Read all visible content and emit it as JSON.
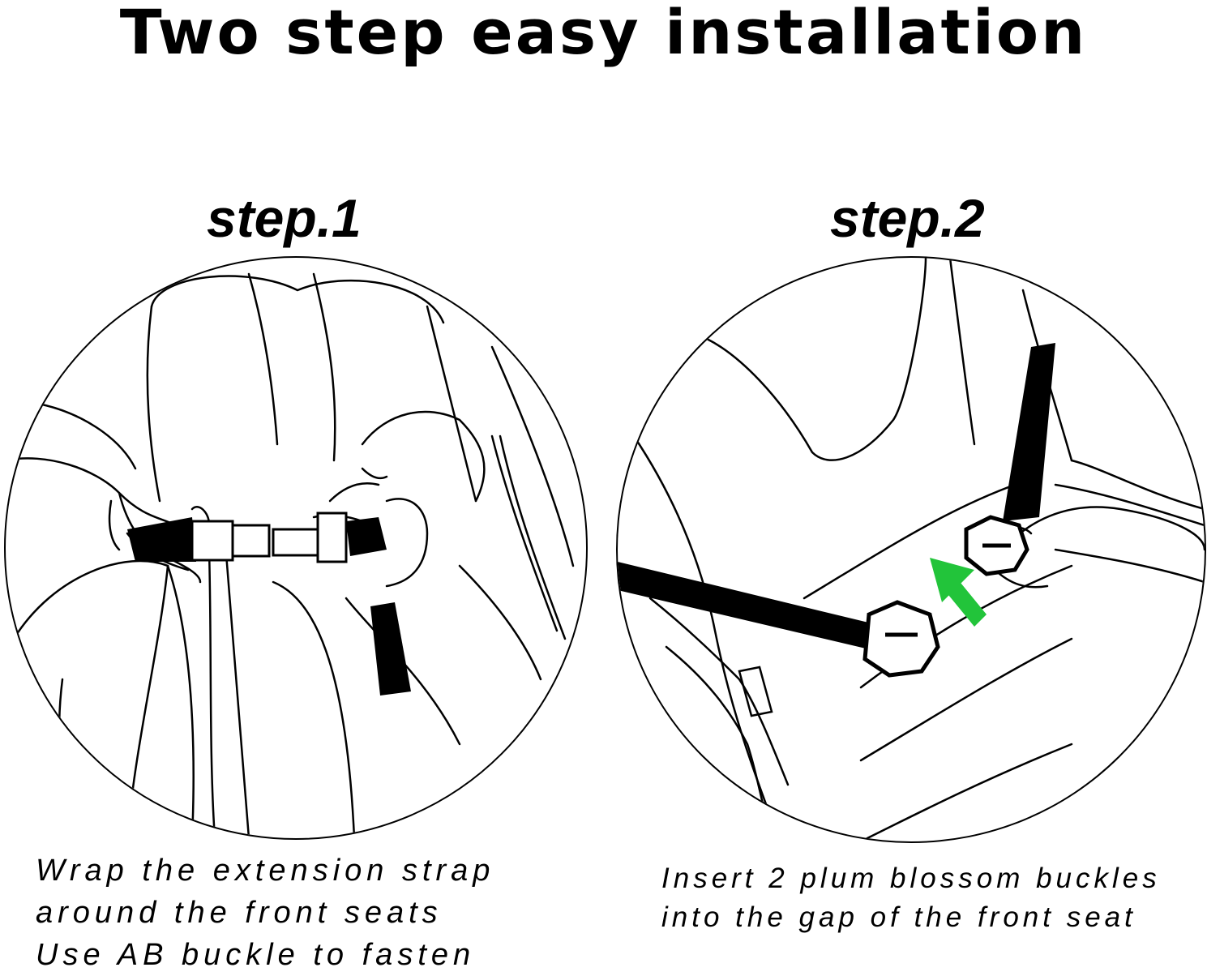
{
  "title": "Two step easy installation",
  "steps": [
    {
      "label": "step.1",
      "caption_lines": [
        "Wrap the extension strap",
        "around the front seats",
        "Use AB buckle to fasten"
      ]
    },
    {
      "label": "step.2",
      "caption_lines": [
        "Insert 2 plum blossom buckles",
        "into the gap of the front seat"
      ]
    }
  ],
  "colors": {
    "line": "#000000",
    "arrow": "#22c43a",
    "background": "#ffffff"
  }
}
